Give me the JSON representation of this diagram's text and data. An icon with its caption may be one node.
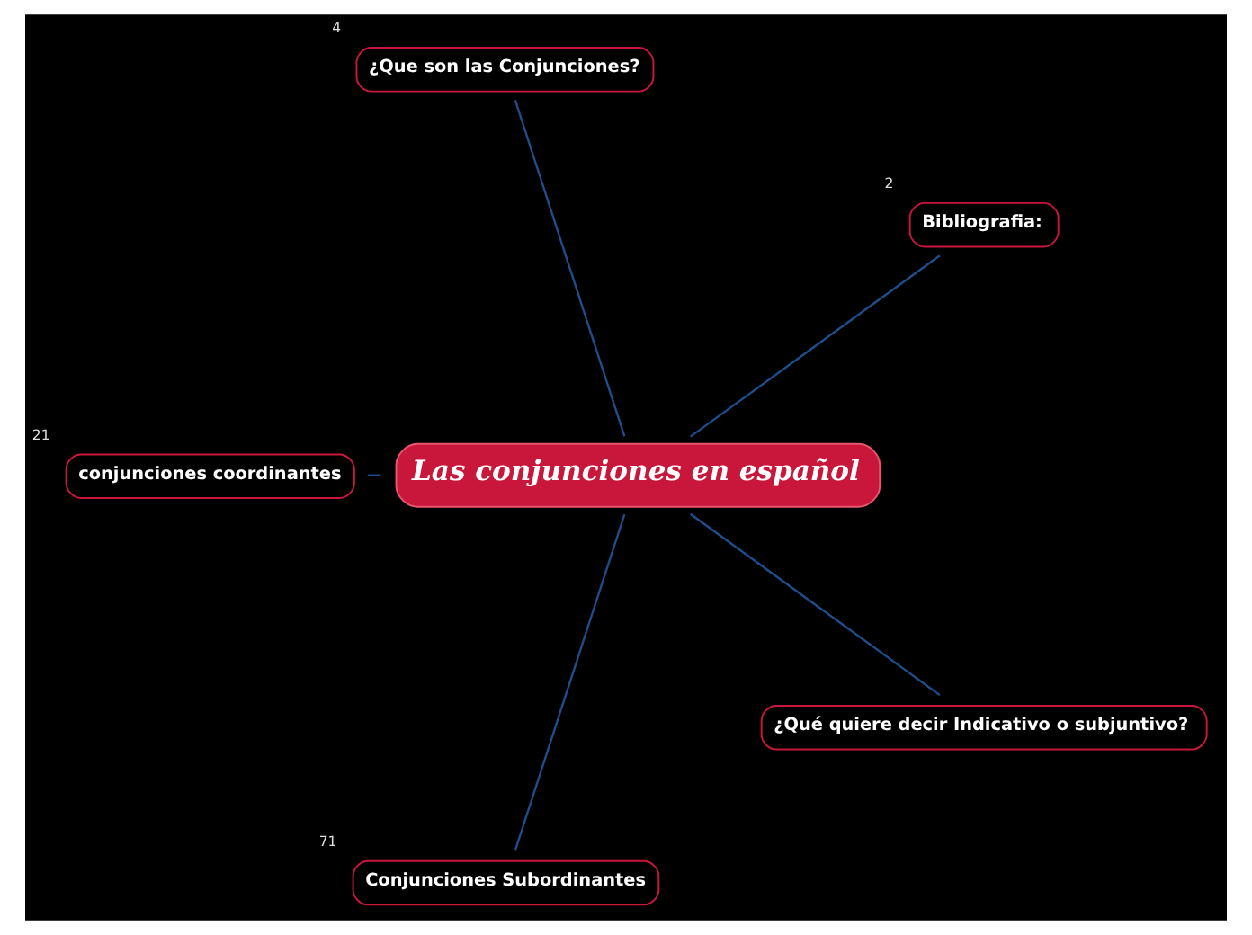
{
  "diagram": {
    "nodes": [
      {
        "text": [
          "Las conjunciones en español"
        ]
      },
      {
        "text": [
          "Bibliografia:"
        ],
        "beside": [
          "2"
        ]
      },
      {
        "text": [
          "¿Que son las Conjunciones?"
        ],
        "beside": [
          "4"
        ]
      },
      {
        "text": [
          "conjunciones coordinantes"
        ],
        "beside": [
          "21"
        ]
      },
      {
        "text": [
          "Conjunciones Subordinantes"
        ],
        "beside": [
          "71"
        ]
      },
      {
        "text": [
          "¿Qué quiere decir Indicativo o subjuntivo?"
        ]
      }
    ],
    "edges": [
      {
        "from": 0,
        "to": 1,
        "arrow": "none"
      },
      {
        "from": 0,
        "to": 2,
        "arrow": "none"
      },
      {
        "from": 0,
        "to": 3,
        "arrow": "none"
      },
      {
        "from": 0,
        "to": 4,
        "arrow": "none"
      },
      {
        "from": 0,
        "to": 5,
        "arrow": "none"
      }
    ]
  }
}
